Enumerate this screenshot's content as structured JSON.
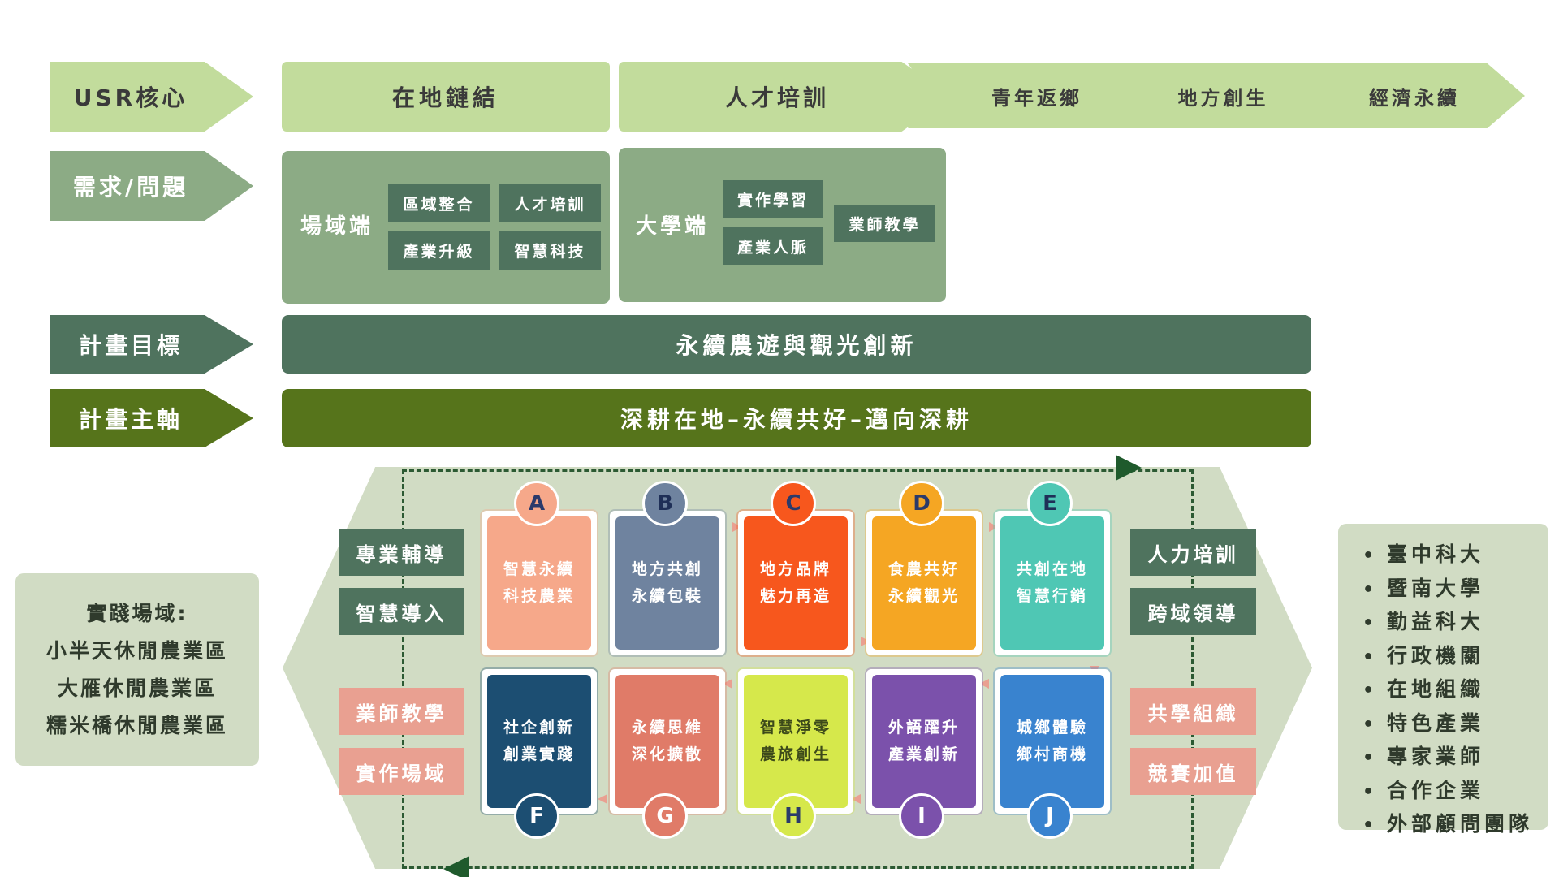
{
  "rows": {
    "core_label": "USR核心",
    "needs_label": "需求/問題",
    "goal_label": "計畫目標",
    "axis_label": "計畫主軸"
  },
  "core": {
    "link": "在地鏈結",
    "steps": [
      "人才培訓",
      "青年返鄉",
      "地方創生",
      "經濟永續"
    ]
  },
  "needs": {
    "field": {
      "label": "場域端",
      "chips": [
        "區域整合",
        "人才培訓",
        "產業升級",
        "智慧科技"
      ]
    },
    "university": {
      "label": "大學端",
      "chips": [
        "實作學習",
        "產業人脈",
        "業師教學"
      ]
    }
  },
  "goal": "永續農遊與觀光創新",
  "axis": "深耕在地–永續共好–邁向深耕",
  "practice": {
    "title": "實踐場域:",
    "sites": [
      "小半天休閒農業區",
      "大雁休閒農業區",
      "糯米橋休閒農業區"
    ]
  },
  "left_labels": [
    "專業輔導",
    "智慧導入",
    "業師教學",
    "實作場域"
  ],
  "right_labels": [
    "人力培訓",
    "跨域領導",
    "共學組織",
    "競賽加值"
  ],
  "partners": [
    "臺中科大",
    "暨南大學",
    "勤益科大",
    "行政機關",
    "在地組織",
    "特色產業",
    "專家業師",
    "合作企業",
    "外部顧問團隊"
  ],
  "modules": [
    {
      "letter": "A",
      "text": "智慧永續科技農業",
      "color": "#f6a88a",
      "circle": "#f6a88a"
    },
    {
      "letter": "B",
      "text": "地方共創永續包裝",
      "color": "#6f839f",
      "circle": "#6f839f"
    },
    {
      "letter": "C",
      "text": "地方品牌魅力再造",
      "color": "#f7571d",
      "circle": "#f7571d"
    },
    {
      "letter": "D",
      "text": "食農共好永續觀光",
      "color": "#f5a623",
      "circle": "#f5a623"
    },
    {
      "letter": "E",
      "text": "共創在地智慧行銷",
      "color": "#4fc7b4",
      "circle": "#4fc7b4"
    },
    {
      "letter": "F",
      "text": "社企創新創業實踐",
      "color": "#1c4e72",
      "circle": "#1c4e72"
    },
    {
      "letter": "G",
      "text": "永續思維深化擴散",
      "color": "#e07b68",
      "circle": "#e07b68"
    },
    {
      "letter": "H",
      "text": "智慧淨零農旅創生",
      "color": "#d6e84b",
      "circle": "#d6e84b"
    },
    {
      "letter": "I",
      "text": "外語躍升產業創新",
      "color": "#7b51ab",
      "circle": "#7b51ab"
    },
    {
      "letter": "J",
      "text": "城鄉體驗鄉村商機",
      "color": "#3983cf",
      "circle": "#3983cf"
    }
  ]
}
